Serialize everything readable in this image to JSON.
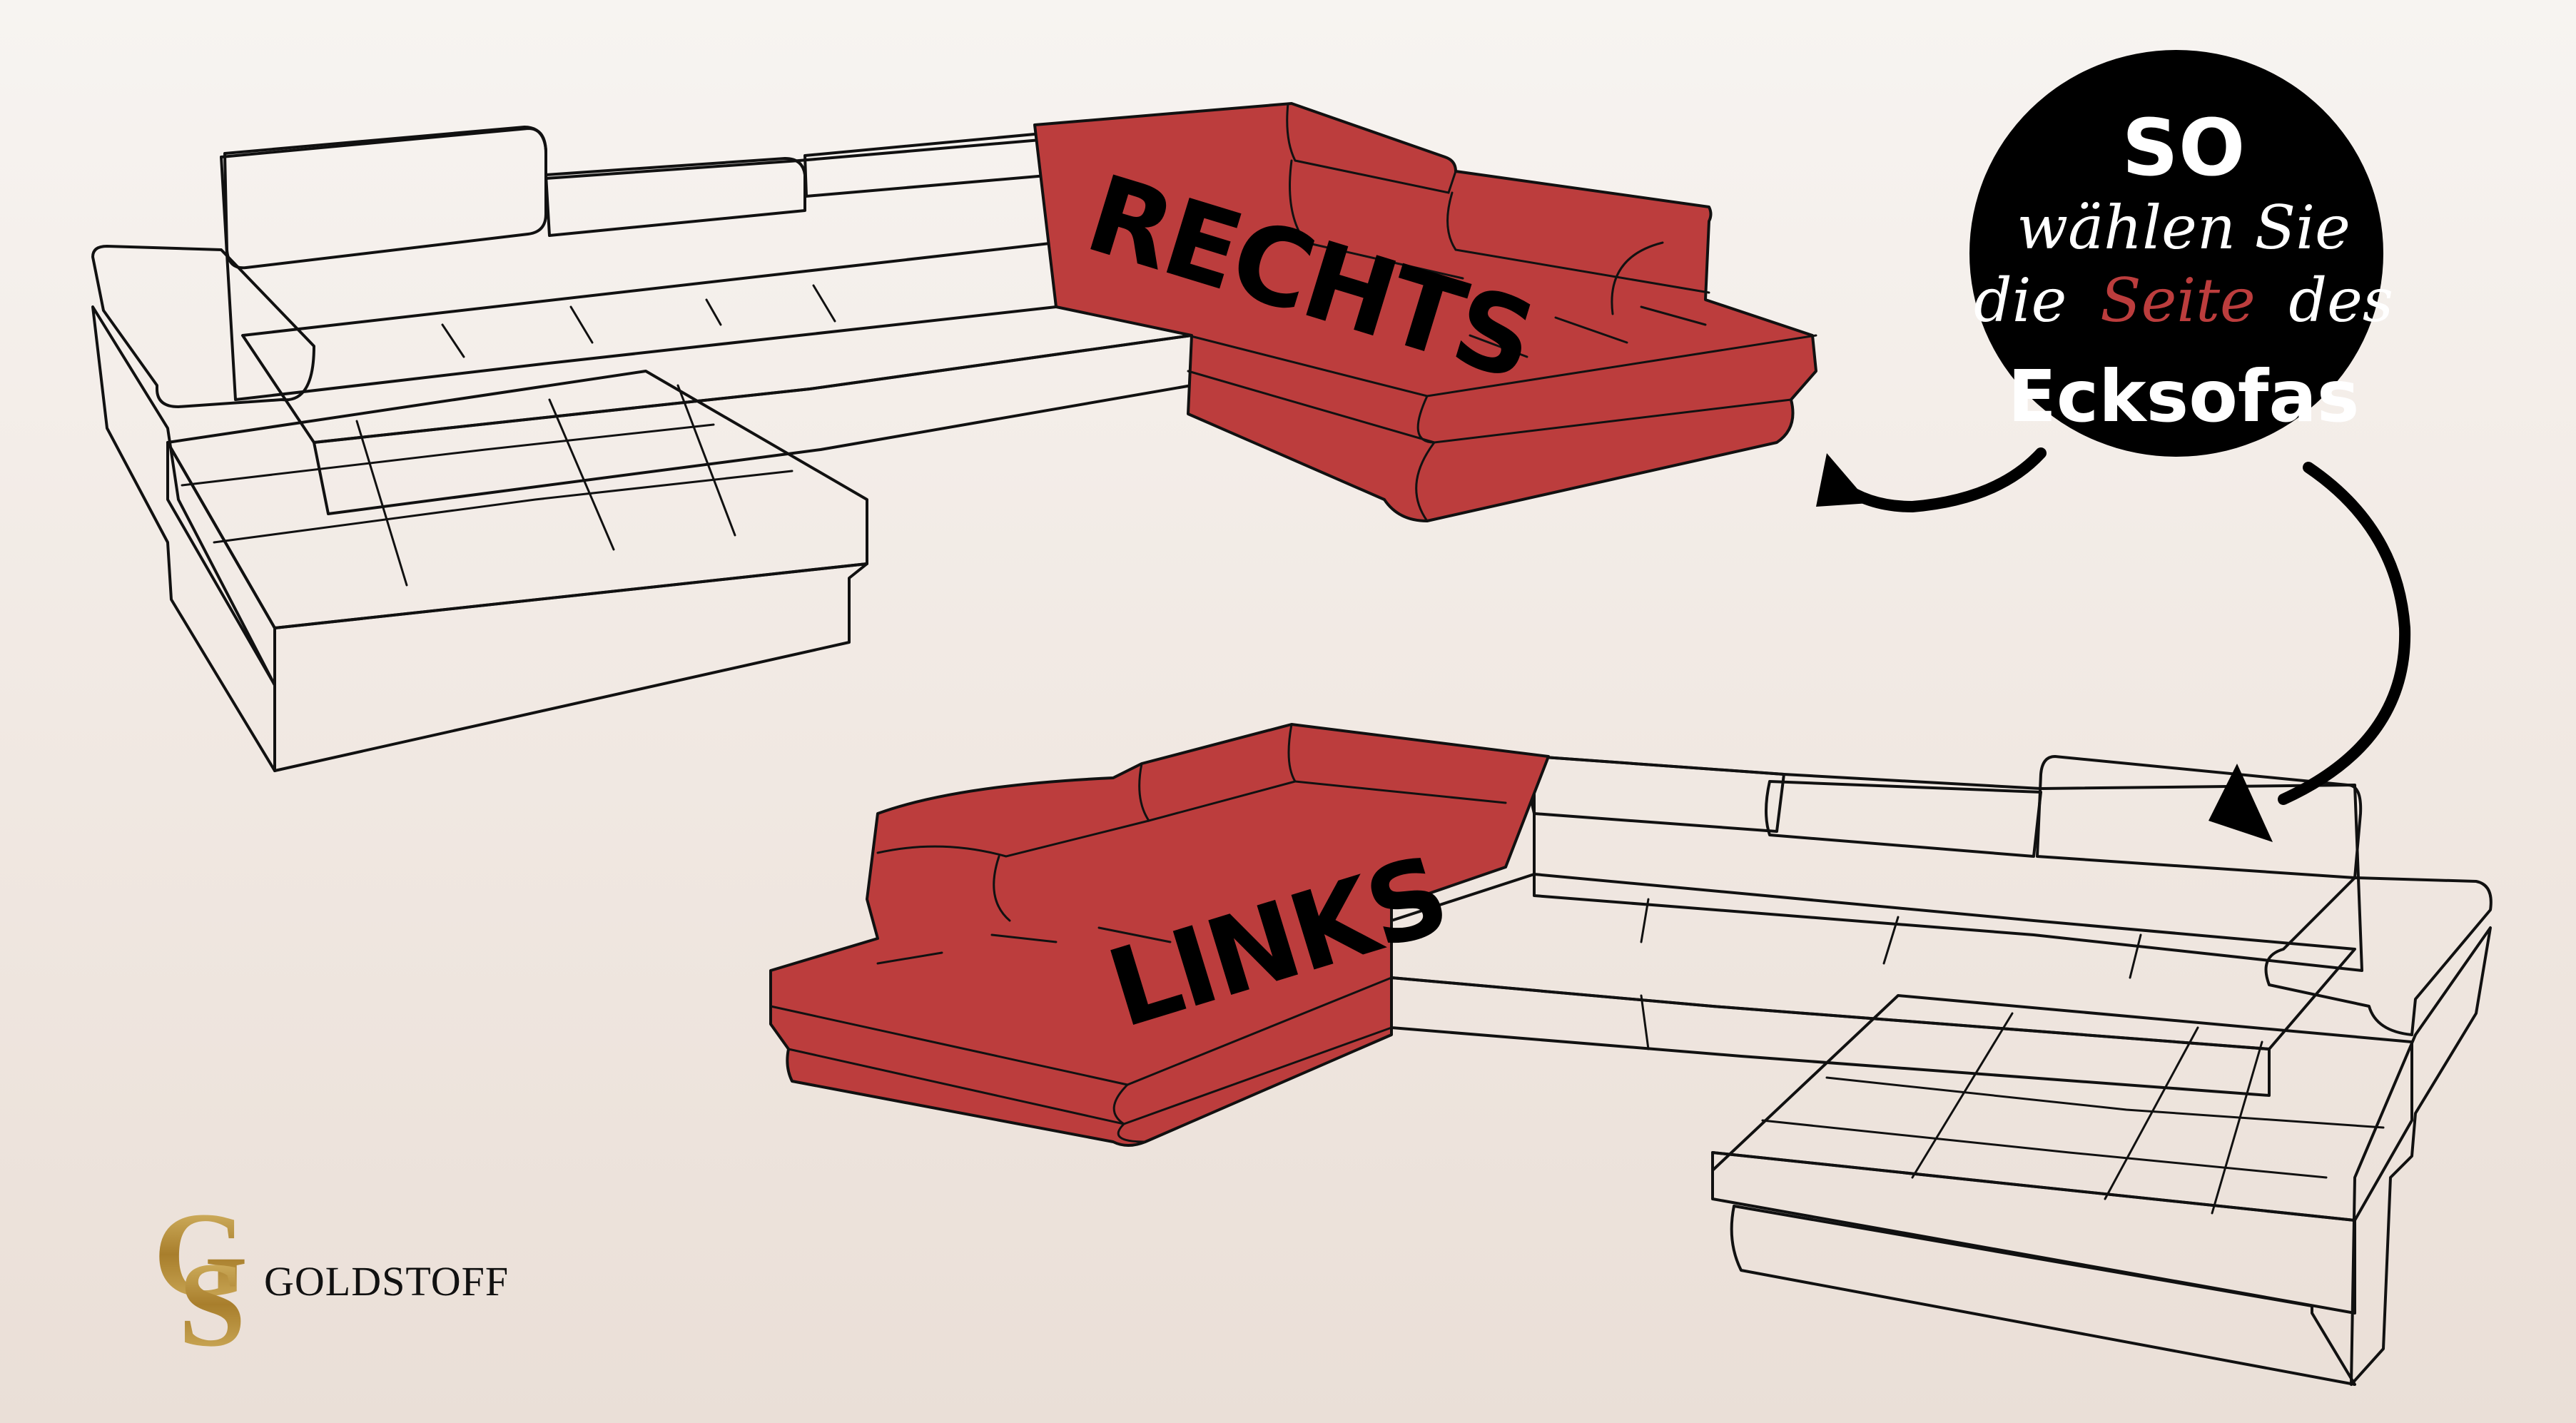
{
  "colors": {
    "sofa_fill": "#f8f3ef",
    "highlight": "#bc3d3d",
    "outline": "#111111",
    "bubble": "#000000",
    "bubble_text": "#ffffff",
    "accent_word": "#bc3d3d",
    "gold": "#b08b3e"
  },
  "labels": {
    "right": "RECHTS",
    "left": "LINKS"
  },
  "bubble": {
    "line1": "SO",
    "line2": "wählen Sie",
    "line3_prefix": "die",
    "line3_accent": "Seite",
    "line3_suffix": "des",
    "line4": "Ecksofas"
  },
  "brand": {
    "monogram": "GS",
    "name": "GOLDSTOFF"
  },
  "icons": {
    "arrow_to_top_sofa": "curved-arrow-left",
    "arrow_to_bottom_sofa": "curved-arrow-down"
  }
}
